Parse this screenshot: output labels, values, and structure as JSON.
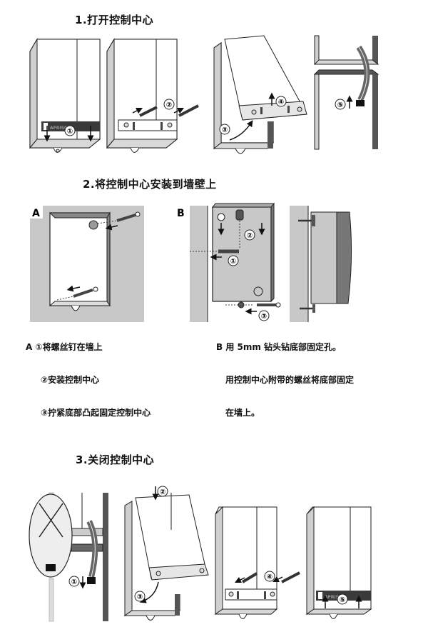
{
  "section1": {
    "title": "1.打开控制中心",
    "steps": [
      "①",
      "②",
      "③",
      "④",
      "⑤"
    ],
    "brand_label": "AFRISO"
  },
  "section2": {
    "title": "2.将控制中心安装到墙壁上",
    "panel_a_label": "A",
    "panel_b_label": "B",
    "steps_b": [
      "①",
      "②",
      "③"
    ],
    "instructions_a": [
      "A   ①将螺丝钉在墙上",
      "②安装控制中心",
      "③拧紧底部凸起固定控制中心"
    ],
    "instructions_b": [
      "B   用 5mm 钻头钻底部固定孔。",
      "用控制中心附带的螺丝将底部固定",
      "在墙上。"
    ]
  },
  "section3": {
    "title": "3.关闭控制中心",
    "steps": [
      "①",
      "②",
      "③",
      "④",
      "⑤"
    ],
    "brand_label": "AFRISO"
  },
  "colors": {
    "line": "#222222",
    "panel_grey": "#c8c8c8",
    "frame_grey": "#bdbdbd",
    "dark_grey": "#555555",
    "band_dark": "#3a3a3a"
  }
}
